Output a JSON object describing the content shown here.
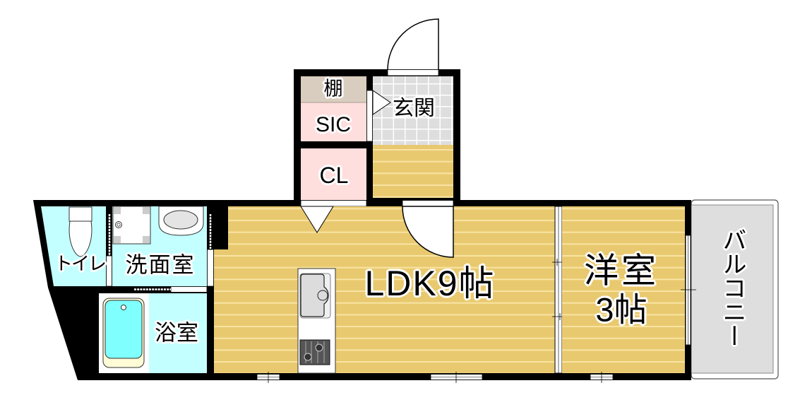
{
  "plan": {
    "rooms": {
      "shelf": {
        "label": "棚"
      },
      "sic": {
        "label": "SIC"
      },
      "closet": {
        "label": "CL"
      },
      "entrance": {
        "label": "玄関"
      },
      "toilet": {
        "label": "トイレ"
      },
      "washroom": {
        "label": "洗面室"
      },
      "bathroom": {
        "label": "浴室"
      },
      "ldk": {
        "label": "LDK9帖"
      },
      "western_room": {
        "label_line1": "洋室",
        "label_line2": "3帖"
      },
      "balcony": {
        "label": "バルコニー"
      }
    },
    "fixtures": [
      {
        "name": "toilet",
        "icon": "toilet-icon",
        "room": "toilet"
      },
      {
        "name": "washing-machine-pan",
        "icon": "washing-machine-pan-icon",
        "room": "washroom"
      },
      {
        "name": "washbasin",
        "icon": "washbasin-icon",
        "room": "washroom"
      },
      {
        "name": "bathtub",
        "icon": "bathtub-icon",
        "room": "bathroom"
      },
      {
        "name": "kitchen-sink",
        "icon": "sink-icon",
        "room": "ldk"
      },
      {
        "name": "gas-stove",
        "icon": "stove-icon",
        "room": "ldk"
      }
    ]
  },
  "colors": {
    "wall": "#000000",
    "floor": "#e9c96f",
    "floor_line": "#f8e4a4",
    "wet_area": "#c4ffff",
    "storage": "#ffdede",
    "shelf": "#d9cdbf",
    "entrance_tile": "#dedede",
    "balcony": "#dedede",
    "bathtub_water": "#80ffff",
    "bathtub_rim": "#fffbd6"
  }
}
